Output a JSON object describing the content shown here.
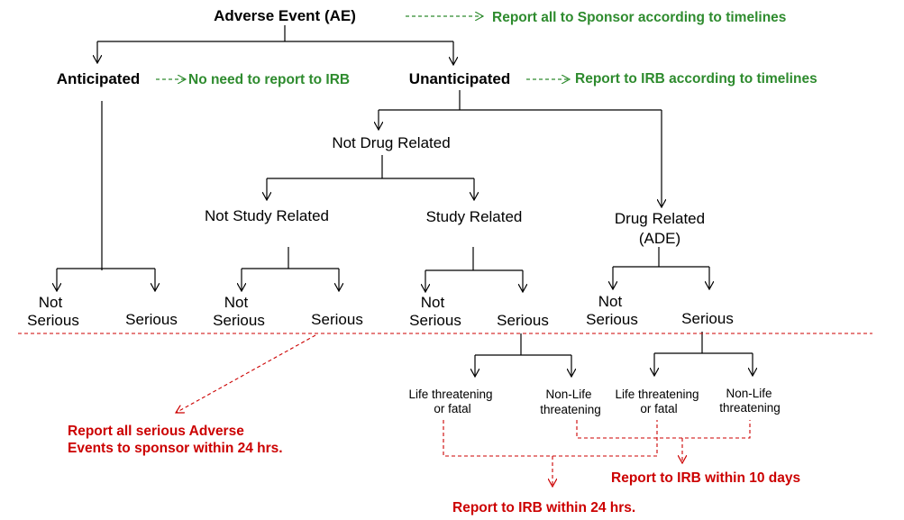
{
  "colors": {
    "green": "#2e8b2e",
    "red": "#cc0000",
    "line": "#000000"
  },
  "nodes": {
    "ae": "Adverse Event (AE)",
    "anticipated": "Anticipated",
    "unanticipated": "Unanticipated",
    "not_drug_related": "Not Drug Related",
    "not_study_related": "Not Study Related",
    "study_related": "Study Related",
    "drug_related_1": "Drug Related",
    "drug_related_2": "(ADE)",
    "not_1": "Not",
    "serious_word": "Serious",
    "life_threat_1": "Life threatening",
    "life_threat_2": "or fatal",
    "nonlife_1": "Non-Life",
    "nonlife_2": "threatening"
  },
  "notes": {
    "report_sponsor": "Report all to Sponsor according to timelines",
    "no_irb": "No need to report to IRB",
    "irb_timelines": "Report to IRB according to timelines",
    "serious_sponsor_1": "Report all serious Adverse",
    "serious_sponsor_2": "Events to sponsor within 24 hrs.",
    "irb_10_days": "Report to IRB within 10 days",
    "irb_24_hrs": "Report to IRB within 24 hrs."
  }
}
